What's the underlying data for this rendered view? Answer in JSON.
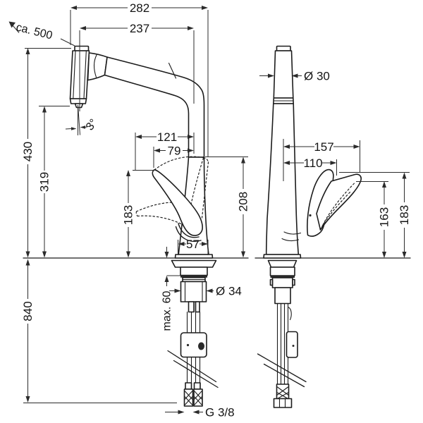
{
  "drawing": {
    "type": "faucet-installation-dimensions",
    "line_color": "#1c1c1c",
    "background": "#ffffff"
  },
  "annotations": {
    "left_view": {
      "overall_reach": "282",
      "spout_reach": "237",
      "hose_extension": "ca. 500",
      "spray_angle": "3°",
      "overall_height": "430",
      "outlet_height": "319",
      "handle_reach_total": "121",
      "handle_reach": "79",
      "handle_height": "183",
      "spout_top_height": "208",
      "body_width": "57",
      "shank_diameter": "Ø 34",
      "max_counter_thickness": "max. 60",
      "below_counter_length": "840",
      "thread_size": "G 3/8"
    },
    "right_view": {
      "spout_diameter": "Ø 30",
      "handle_tip_offset": "157",
      "handle_offset": "110",
      "handle_base_height": "163",
      "handle_tip_height": "183"
    }
  }
}
